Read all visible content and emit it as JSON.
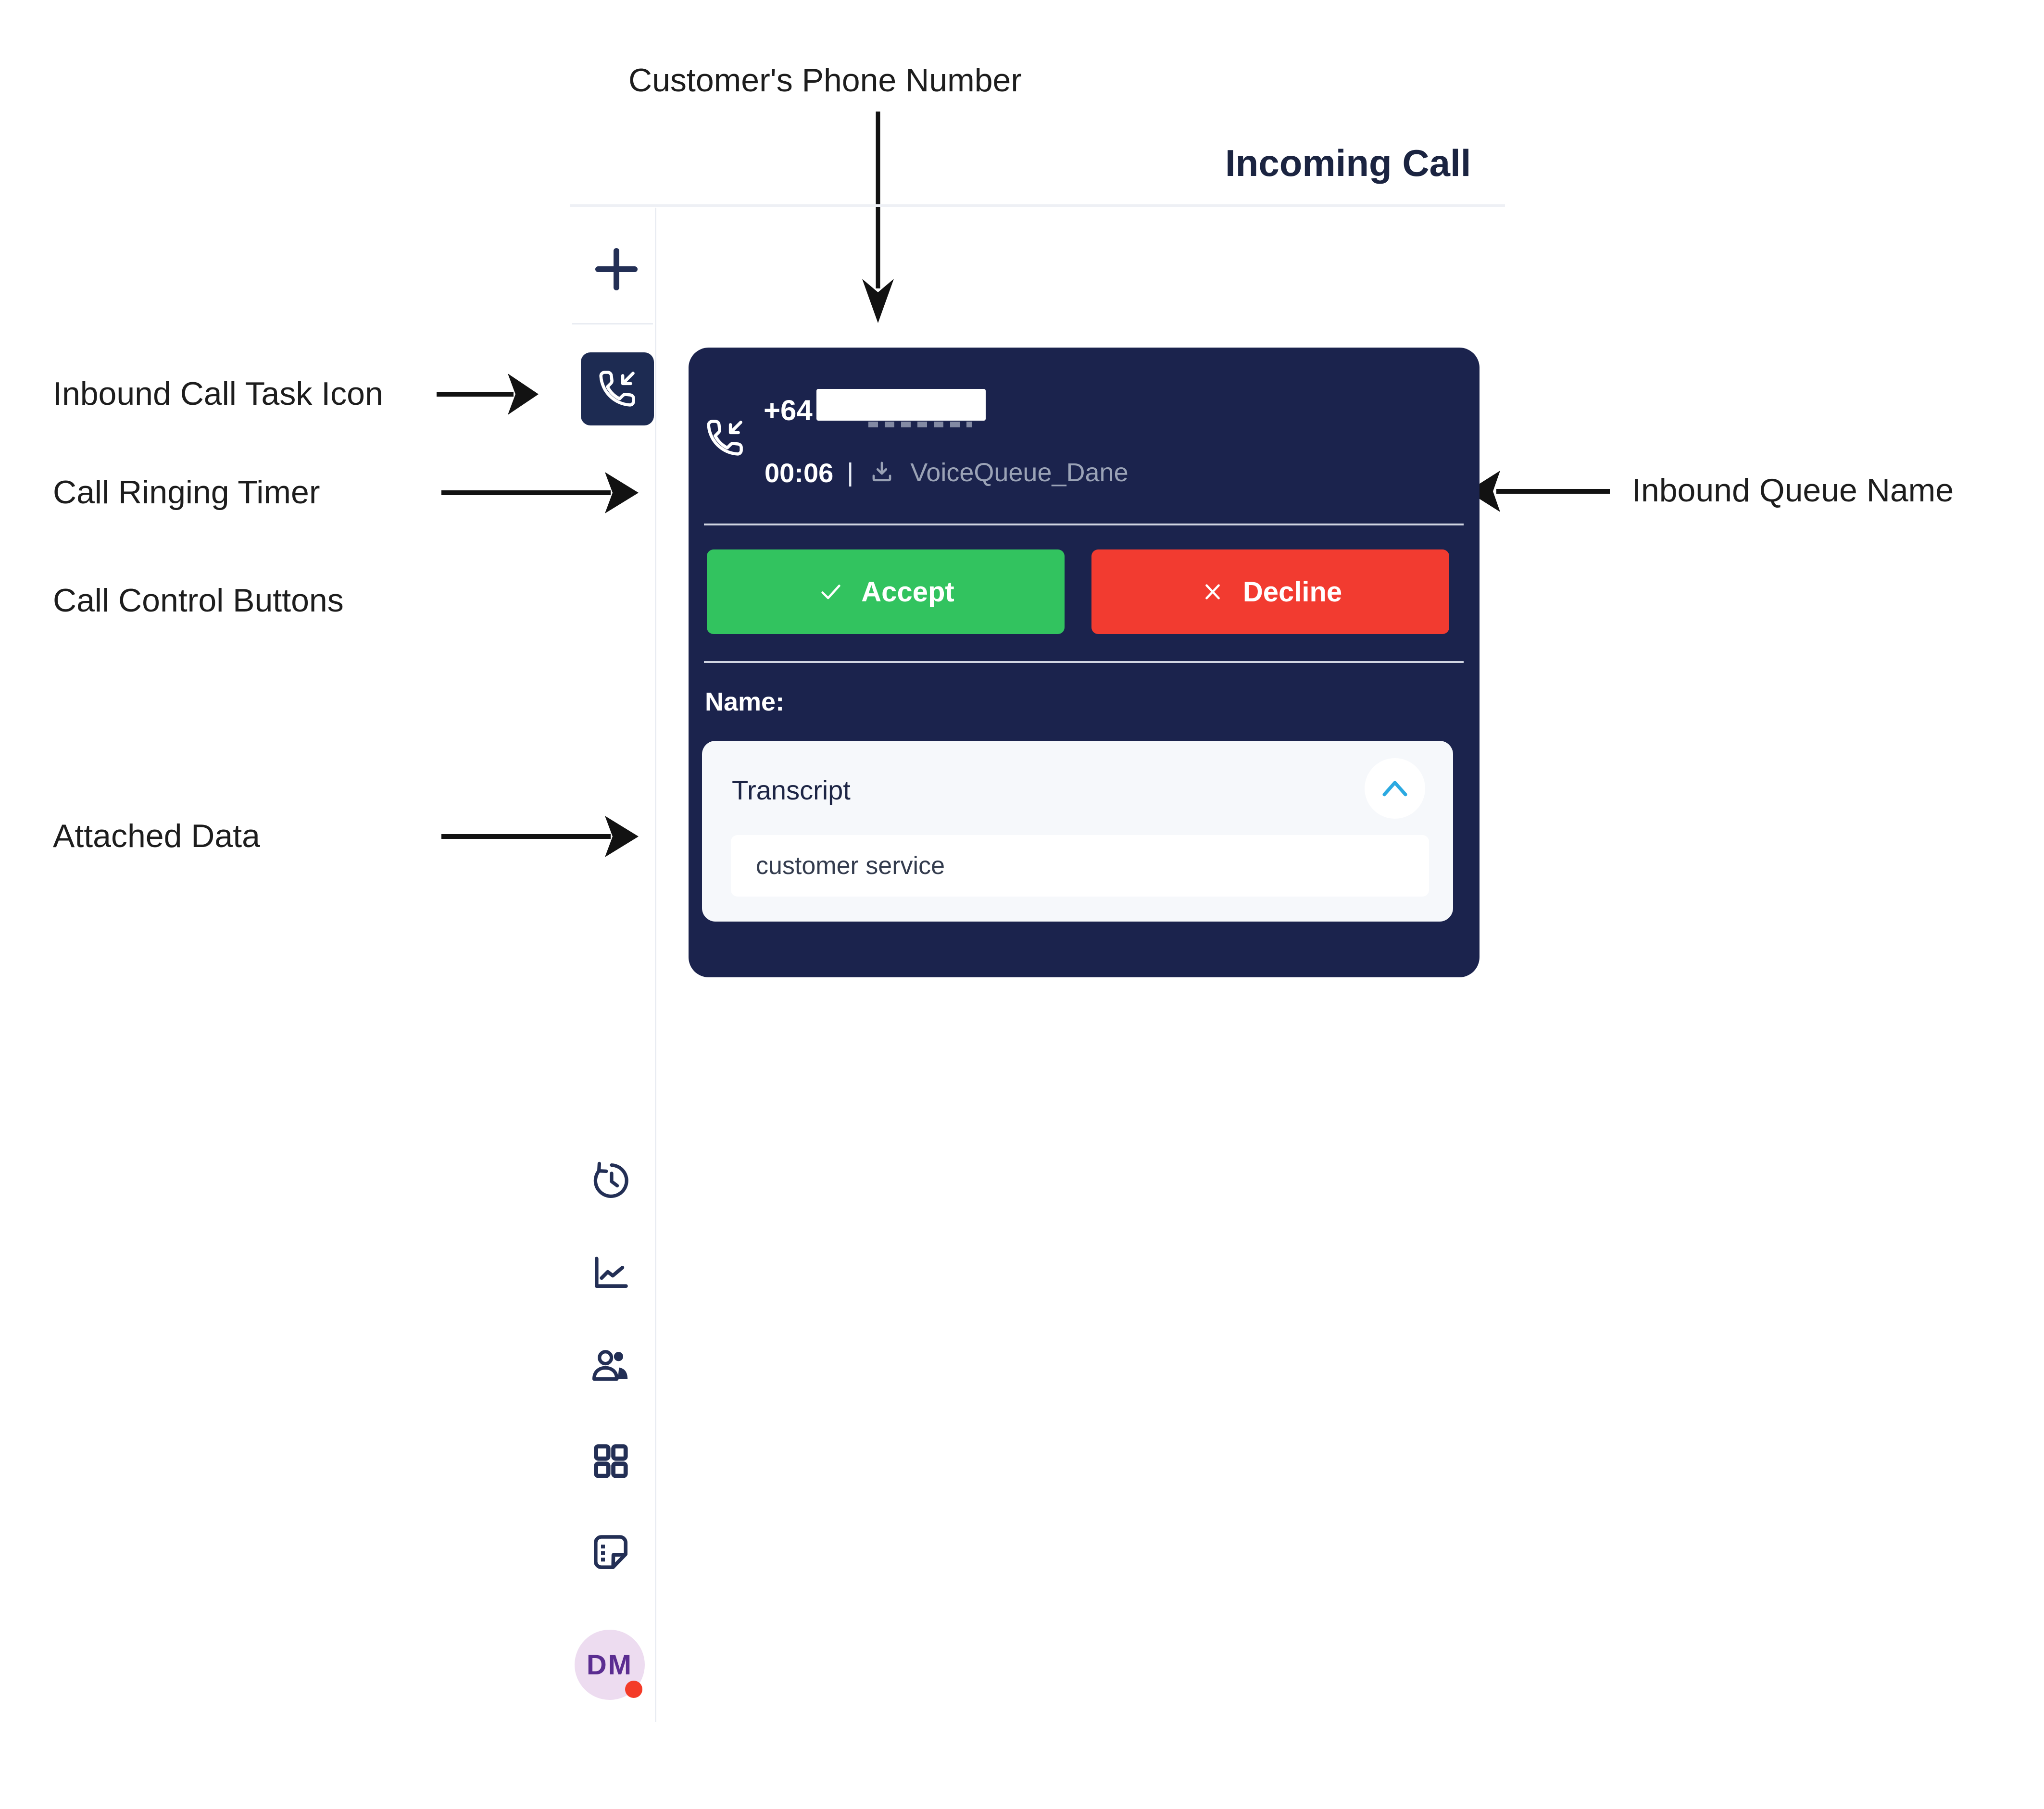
{
  "annotations": {
    "customer_phone_label": "Customer's Phone Number",
    "inbound_task_label": "Inbound Call Task Icon",
    "ringing_timer_label": "Call Ringing Timer",
    "call_controls_label": "Call Control Buttons",
    "attached_data_label": "Attached Data",
    "inbound_queue_label": "Inbound Queue Name"
  },
  "header": {
    "title": "Incoming Call"
  },
  "sidebar": {
    "icons": [
      "plus-icon",
      "incoming-call-icon",
      "history-icon",
      "chart-icon",
      "agents-icon",
      "grid-icon",
      "notes-icon"
    ],
    "avatar_initials": "DM"
  },
  "call_card": {
    "phone_number_prefix": "+64",
    "ringing_timer": "00:06",
    "separator": "|",
    "queue_name": "VoiceQueue_Dane",
    "accept_button": "Accept",
    "decline_button": "Decline",
    "name_label": "Name:",
    "attached_data": {
      "title": "Transcript",
      "value": "customer service"
    }
  },
  "colors": {
    "card_navy": "#1B234D",
    "tile_navy": "#1D2B52",
    "accept_green": "#32C35F",
    "decline_red": "#F23B30",
    "chevron_blue": "#2BA9E1",
    "muted_text": "#9BA3B6",
    "avatar_bg": "#EDDCF0",
    "avatar_text": "#5B2D91",
    "presence_red": "#F43B28"
  }
}
